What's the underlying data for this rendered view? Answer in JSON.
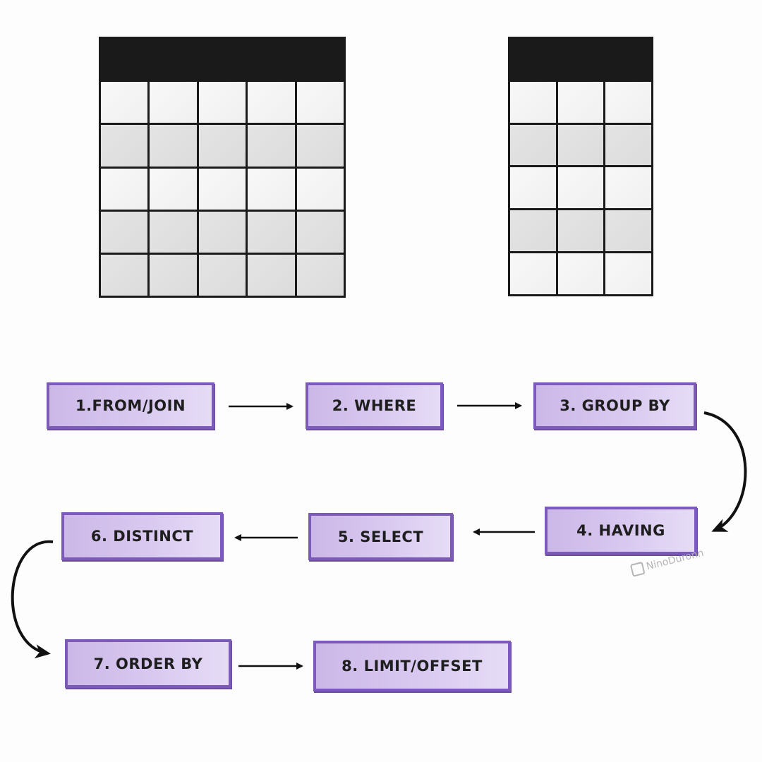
{
  "tables": {
    "left": {
      "columns": 5,
      "rows": 6,
      "header_color": "#5fb399",
      "row_shading": [
        "header",
        "light",
        "dark",
        "light",
        "dark",
        "dark"
      ]
    },
    "right": {
      "columns": 3,
      "rows": 6,
      "header_color": "#8fd3e0",
      "row_shading": [
        "header",
        "light",
        "dark",
        "light",
        "dark",
        "light"
      ]
    }
  },
  "steps": [
    {
      "label": "1.FROM/JOIN"
    },
    {
      "label": "2. WHERE"
    },
    {
      "label": "3. GROUP BY"
    },
    {
      "label": "4. HAVING"
    },
    {
      "label": "5. SELECT"
    },
    {
      "label": "6. DISTINCT"
    },
    {
      "label": "7. ORDER BY"
    },
    {
      "label": "8. LIMIT/OFFSET"
    }
  ],
  "step_box_color": "#d4c2ee",
  "step_border_color": "#7c5ab8",
  "watermark": {
    "text": "NinoDuronn",
    "icon": "linkedin-icon"
  }
}
